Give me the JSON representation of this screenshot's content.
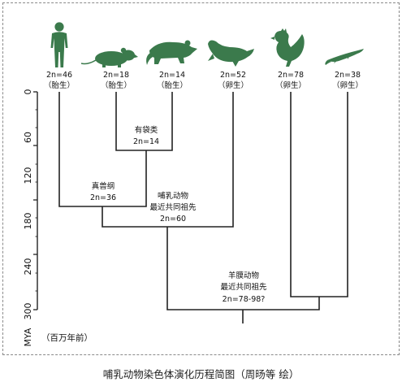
{
  "species": [
    {
      "id": "human",
      "icon": "human-icon",
      "chrom": "2n=46",
      "mode": "（胎生）"
    },
    {
      "id": "rodent",
      "icon": "rat-icon",
      "chrom": "2n=18",
      "mode": "（胎生）"
    },
    {
      "id": "marsupial",
      "icon": "possum-icon",
      "chrom": "2n=14",
      "mode": "（胎生）"
    },
    {
      "id": "monotreme",
      "icon": "platypus-icon",
      "chrom": "2n=52",
      "mode": "（卵生）"
    },
    {
      "id": "bird",
      "icon": "chicken-icon",
      "chrom": "2n=78",
      "mode": "（卵生）"
    },
    {
      "id": "lizard",
      "icon": "lizard-icon",
      "chrom": "2n=38",
      "mode": "（卵生）"
    }
  ],
  "nodes": {
    "marsupial": {
      "title": "有袋类",
      "chrom": "2n=14"
    },
    "eutherian": {
      "title": "真兽纲",
      "chrom": "2n=36"
    },
    "mammal": {
      "title1": "哺乳动物",
      "title2": "最近共同祖先",
      "chrom": "2n=60"
    },
    "amniote": {
      "title1": "羊膜动物",
      "title2": "最近共同祖先",
      "chrom": "2n=78-98?"
    }
  },
  "axis": {
    "ticks": [
      "0",
      "60",
      "120",
      "180",
      "240",
      "300"
    ],
    "unit": "MYA",
    "unit_note": "（百万年前）"
  },
  "colors": {
    "silhouette": "#3b7a4c",
    "line": "#222222"
  },
  "caption": "哺乳动物染色体演化历程简图（周旸等 绘）"
}
